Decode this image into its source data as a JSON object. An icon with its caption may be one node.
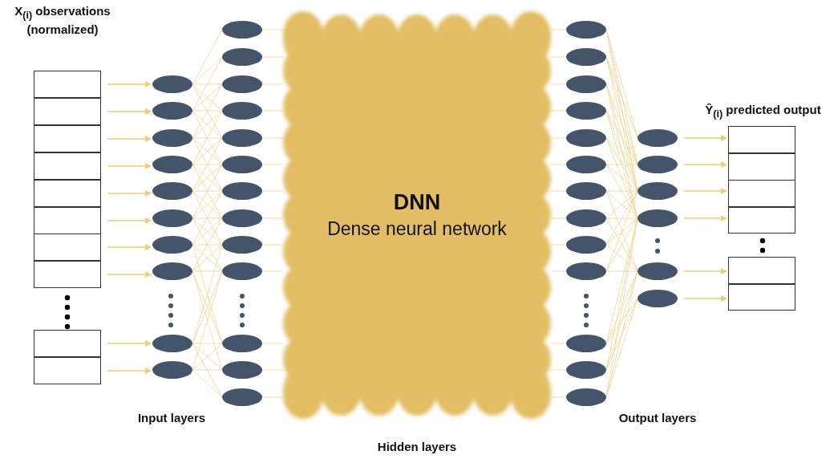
{
  "diagram": {
    "nodes": [
      {
        "text": [],
        "shape": "box"
      },
      {
        "text": [],
        "shape": "box"
      },
      {
        "text": [],
        "shape": "box"
      },
      {
        "text": [],
        "shape": "box"
      },
      {
        "text": [],
        "shape": "box"
      },
      {
        "text": [],
        "shape": "box"
      },
      {
        "text": [],
        "shape": "box"
      },
      {
        "text": [],
        "shape": "box"
      },
      {
        "text": [],
        "shape": "box"
      },
      {
        "text": [],
        "shape": "box"
      },
      {
        "text": [],
        "shape": "ellipse"
      },
      {
        "text": [],
        "shape": "ellipse"
      },
      {
        "text": [],
        "shape": "ellipse"
      },
      {
        "text": [],
        "shape": "ellipse"
      },
      {
        "text": [],
        "shape": "ellipse"
      },
      {
        "text": [],
        "shape": "ellipse"
      },
      {
        "text": [],
        "shape": "ellipse"
      },
      {
        "text": [],
        "shape": "ellipse"
      },
      {
        "text": [],
        "shape": "ellipse"
      },
      {
        "text": [],
        "shape": "ellipse"
      },
      {
        "text": [],
        "shape": "ellipse"
      },
      {
        "text": [],
        "shape": "ellipse"
      },
      {
        "text": [],
        "shape": "ellipse"
      },
      {
        "text": [],
        "shape": "ellipse"
      },
      {
        "text": [],
        "shape": "ellipse"
      },
      {
        "text": [],
        "shape": "ellipse"
      },
      {
        "text": [],
        "shape": "ellipse"
      },
      {
        "text": [],
        "shape": "ellipse"
      },
      {
        "text": [],
        "shape": "ellipse"
      },
      {
        "text": [],
        "shape": "ellipse"
      },
      {
        "text": [],
        "shape": "ellipse"
      },
      {
        "text": [],
        "shape": "ellipse"
      },
      {
        "text": [],
        "shape": "ellipse"
      },
      {
        "text": [
          "DNN",
          "Dense neural network"
        ],
        "beside": [
          "Hidden layers"
        ]
      },
      {
        "text": [],
        "shape": "ellipse"
      },
      {
        "text": [],
        "shape": "ellipse"
      },
      {
        "text": [],
        "shape": "ellipse"
      },
      {
        "text": [],
        "shape": "ellipse"
      },
      {
        "text": [],
        "shape": "ellipse"
      },
      {
        "text": [],
        "shape": "ellipse"
      },
      {
        "text": [],
        "shape": "ellipse"
      },
      {
        "text": [],
        "shape": "ellipse"
      },
      {
        "text": [],
        "shape": "ellipse"
      },
      {
        "text": [],
        "shape": "ellipse"
      },
      {
        "text": [],
        "shape": "ellipse"
      },
      {
        "text": [],
        "shape": "ellipse"
      },
      {
        "text": [],
        "shape": "ellipse"
      },
      {
        "text": [],
        "shape": "ellipse"
      },
      {
        "text": [],
        "shape": "ellipse"
      },
      {
        "text": [],
        "shape": "ellipse"
      },
      {
        "text": [],
        "shape": "ellipse"
      },
      {
        "text": [],
        "shape": "ellipse"
      },
      {
        "text": [],
        "shape": "ellipse"
      },
      {
        "text": [],
        "shape": "box"
      },
      {
        "text": [],
        "shape": "box"
      },
      {
        "text": [],
        "shape": "box"
      },
      {
        "text": [],
        "shape": "box"
      },
      {
        "text": [],
        "shape": "box"
      },
      {
        "text": [],
        "shape": "box"
      }
    ],
    "edges": [
      {
        "from": 0,
        "to": 10,
        "arrow": "to"
      },
      {
        "from": 1,
        "to": 11,
        "arrow": "to"
      },
      {
        "from": 2,
        "to": 12,
        "arrow": "to"
      },
      {
        "from": 3,
        "to": 13,
        "arrow": "to"
      },
      {
        "from": 4,
        "to": 14,
        "arrow": "to"
      },
      {
        "from": 5,
        "to": 15,
        "arrow": "to"
      },
      {
        "from": 6,
        "to": 16,
        "arrow": "to"
      },
      {
        "from": 7,
        "to": 17,
        "arrow": "to"
      },
      {
        "from": 8,
        "to": 18,
        "arrow": "to"
      },
      {
        "from": 9,
        "to": 19,
        "arrow": "to"
      },
      {
        "from": 10,
        "to": 20,
        "arrow": "none"
      },
      {
        "from": 10,
        "to": 21,
        "arrow": "none"
      },
      {
        "from": 10,
        "to": 22,
        "arrow": "none"
      },
      {
        "from": 10,
        "to": 23,
        "arrow": "none"
      },
      {
        "from": 10,
        "to": 24,
        "arrow": "none"
      },
      {
        "from": 11,
        "to": 21,
        "arrow": "none"
      },
      {
        "from": 11,
        "to": 22,
        "arrow": "none"
      },
      {
        "from": 11,
        "to": 23,
        "arrow": "none"
      },
      {
        "from": 11,
        "to": 24,
        "arrow": "none"
      },
      {
        "from": 11,
        "to": 25,
        "arrow": "none"
      },
      {
        "from": 12,
        "to": 22,
        "arrow": "none"
      },
      {
        "from": 12,
        "to": 23,
        "arrow": "none"
      },
      {
        "from": 12,
        "to": 24,
        "arrow": "none"
      },
      {
        "from": 12,
        "to": 25,
        "arrow": "none"
      },
      {
        "from": 12,
        "to": 26,
        "arrow": "none"
      },
      {
        "from": 13,
        "to": 23,
        "arrow": "none"
      },
      {
        "from": 13,
        "to": 24,
        "arrow": "none"
      },
      {
        "from": 13,
        "to": 25,
        "arrow": "none"
      },
      {
        "from": 13,
        "to": 26,
        "arrow": "none"
      },
      {
        "from": 13,
        "to": 27,
        "arrow": "none"
      },
      {
        "from": 14,
        "to": 24,
        "arrow": "none"
      },
      {
        "from": 14,
        "to": 25,
        "arrow": "none"
      },
      {
        "from": 14,
        "to": 26,
        "arrow": "none"
      },
      {
        "from": 14,
        "to": 27,
        "arrow": "none"
      },
      {
        "from": 14,
        "to": 28,
        "arrow": "none"
      },
      {
        "from": 15,
        "to": 25,
        "arrow": "none"
      },
      {
        "from": 15,
        "to": 26,
        "arrow": "none"
      },
      {
        "from": 15,
        "to": 27,
        "arrow": "none"
      },
      {
        "from": 15,
        "to": 28,
        "arrow": "none"
      },
      {
        "from": 15,
        "to": 29,
        "arrow": "none"
      },
      {
        "from": 16,
        "to": 26,
        "arrow": "none"
      },
      {
        "from": 16,
        "to": 27,
        "arrow": "none"
      },
      {
        "from": 16,
        "to": 28,
        "arrow": "none"
      },
      {
        "from": 16,
        "to": 29,
        "arrow": "none"
      },
      {
        "from": 16,
        "to": 30,
        "arrow": "none"
      },
      {
        "from": 17,
        "to": 27,
        "arrow": "none"
      },
      {
        "from": 17,
        "to": 28,
        "arrow": "none"
      },
      {
        "from": 17,
        "to": 29,
        "arrow": "none"
      },
      {
        "from": 17,
        "to": 30,
        "arrow": "none"
      },
      {
        "from": 17,
        "to": 31,
        "arrow": "none"
      },
      {
        "from": 18,
        "to": 28,
        "arrow": "none"
      },
      {
        "from": 18,
        "to": 29,
        "arrow": "none"
      },
      {
        "from": 18,
        "to": 30,
        "arrow": "none"
      },
      {
        "from": 18,
        "to": 31,
        "arrow": "none"
      },
      {
        "from": 18,
        "to": 32,
        "arrow": "none"
      },
      {
        "from": 19,
        "to": 29,
        "arrow": "none"
      },
      {
        "from": 19,
        "to": 30,
        "arrow": "none"
      },
      {
        "from": 19,
        "to": 31,
        "arrow": "none"
      },
      {
        "from": 19,
        "to": 32,
        "arrow": "none"
      },
      {
        "from": 20,
        "to": 33,
        "arrow": "none"
      },
      {
        "from": 21,
        "to": 33,
        "arrow": "none"
      },
      {
        "from": 22,
        "to": 33,
        "arrow": "none"
      },
      {
        "from": 23,
        "to": 33,
        "arrow": "none"
      },
      {
        "from": 24,
        "to": 33,
        "arrow": "none"
      },
      {
        "from": 25,
        "to": 33,
        "arrow": "none"
      },
      {
        "from": 26,
        "to": 33,
        "arrow": "none"
      },
      {
        "from": 27,
        "to": 33,
        "arrow": "none"
      },
      {
        "from": 28,
        "to": 33,
        "arrow": "none"
      },
      {
        "from": 29,
        "to": 33,
        "arrow": "none"
      },
      {
        "from": 30,
        "to": 33,
        "arrow": "none"
      },
      {
        "from": 31,
        "to": 33,
        "arrow": "none"
      },
      {
        "from": 32,
        "to": 33,
        "arrow": "none"
      },
      {
        "from": 33,
        "to": 34,
        "arrow": "none"
      },
      {
        "from": 33,
        "to": 35,
        "arrow": "none"
      },
      {
        "from": 33,
        "to": 36,
        "arrow": "none"
      },
      {
        "from": 33,
        "to": 37,
        "arrow": "none"
      },
      {
        "from": 33,
        "to": 38,
        "arrow": "none"
      },
      {
        "from": 33,
        "to": 39,
        "arrow": "none"
      },
      {
        "from": 33,
        "to": 40,
        "arrow": "none"
      },
      {
        "from": 33,
        "to": 41,
        "arrow": "none"
      },
      {
        "from": 33,
        "to": 42,
        "arrow": "none"
      },
      {
        "from": 33,
        "to": 43,
        "arrow": "none"
      },
      {
        "from": 33,
        "to": 44,
        "arrow": "none"
      },
      {
        "from": 33,
        "to": 45,
        "arrow": "none"
      },
      {
        "from": 33,
        "to": 46,
        "arrow": "none"
      },
      {
        "from": 34,
        "to": 47,
        "arrow": "none"
      },
      {
        "from": 34,
        "to": 48,
        "arrow": "none"
      },
      {
        "from": 34,
        "to": 49,
        "arrow": "none"
      },
      {
        "from": 35,
        "to": 47,
        "arrow": "none"
      },
      {
        "from": 35,
        "to": 48,
        "arrow": "none"
      },
      {
        "from": 35,
        "to": 49,
        "arrow": "none"
      },
      {
        "from": 36,
        "to": 48,
        "arrow": "none"
      },
      {
        "from": 36,
        "to": 49,
        "arrow": "none"
      },
      {
        "from": 36,
        "to": 50,
        "arrow": "none"
      },
      {
        "from": 37,
        "to": 48,
        "arrow": "none"
      },
      {
        "from": 37,
        "to": 49,
        "arrow": "none"
      },
      {
        "from": 37,
        "to": 50,
        "arrow": "none"
      },
      {
        "from": 38,
        "to": 48,
        "arrow": "none"
      },
      {
        "from": 38,
        "to": 49,
        "arrow": "none"
      },
      {
        "from": 38,
        "to": 50,
        "arrow": "none"
      },
      {
        "from": 39,
        "to": 48,
        "arrow": "none"
      },
      {
        "from": 39,
        "to": 49,
        "arrow": "none"
      },
      {
        "from": 39,
        "to": 50,
        "arrow": "none"
      },
      {
        "from": 40,
        "to": 49,
        "arrow": "none"
      },
      {
        "from": 40,
        "to": 50,
        "arrow": "none"
      },
      {
        "from": 40,
        "to": 51,
        "arrow": "none"
      },
      {
        "from": 41,
        "to": 49,
        "arrow": "none"
      },
      {
        "from": 41,
        "to": 50,
        "arrow": "none"
      },
      {
        "from": 41,
        "to": 51,
        "arrow": "none"
      },
      {
        "from": 42,
        "to": 49,
        "arrow": "none"
      },
      {
        "from": 42,
        "to": 50,
        "arrow": "none"
      },
      {
        "from": 42,
        "to": 51,
        "arrow": "none"
      },
      {
        "from": 43,
        "to": 49,
        "arrow": "none"
      },
      {
        "from": 43,
        "to": 50,
        "arrow": "none"
      },
      {
        "from": 43,
        "to": 51,
        "arrow": "none"
      },
      {
        "from": 44,
        "to": 50,
        "arrow": "none"
      },
      {
        "from": 44,
        "to": 51,
        "arrow": "none"
      },
      {
        "from": 44,
        "to": 52,
        "arrow": "none"
      },
      {
        "from": 45,
        "to": 50,
        "arrow": "none"
      },
      {
        "from": 45,
        "to": 51,
        "arrow": "none"
      },
      {
        "from": 45,
        "to": 52,
        "arrow": "none"
      },
      {
        "from": 46,
        "to": 50,
        "arrow": "none"
      },
      {
        "from": 46,
        "to": 51,
        "arrow": "none"
      },
      {
        "from": 46,
        "to": 52,
        "arrow": "none"
      },
      {
        "from": 47,
        "to": 53,
        "arrow": "to"
      },
      {
        "from": 48,
        "to": 54,
        "arrow": "to"
      },
      {
        "from": 49,
        "to": 55,
        "arrow": "to"
      },
      {
        "from": 50,
        "to": 56,
        "arrow": "to"
      },
      {
        "from": 51,
        "to": 57,
        "arrow": "to"
      },
      {
        "from": 52,
        "to": 58,
        "arrow": "to"
      }
    ],
    "labels": [
      "X$_{(i)}$ observations (normalized)",
      "Ŷ$_{(i)}$ predicted output",
      "Input layers",
      "Output layers"
    ]
  }
}
